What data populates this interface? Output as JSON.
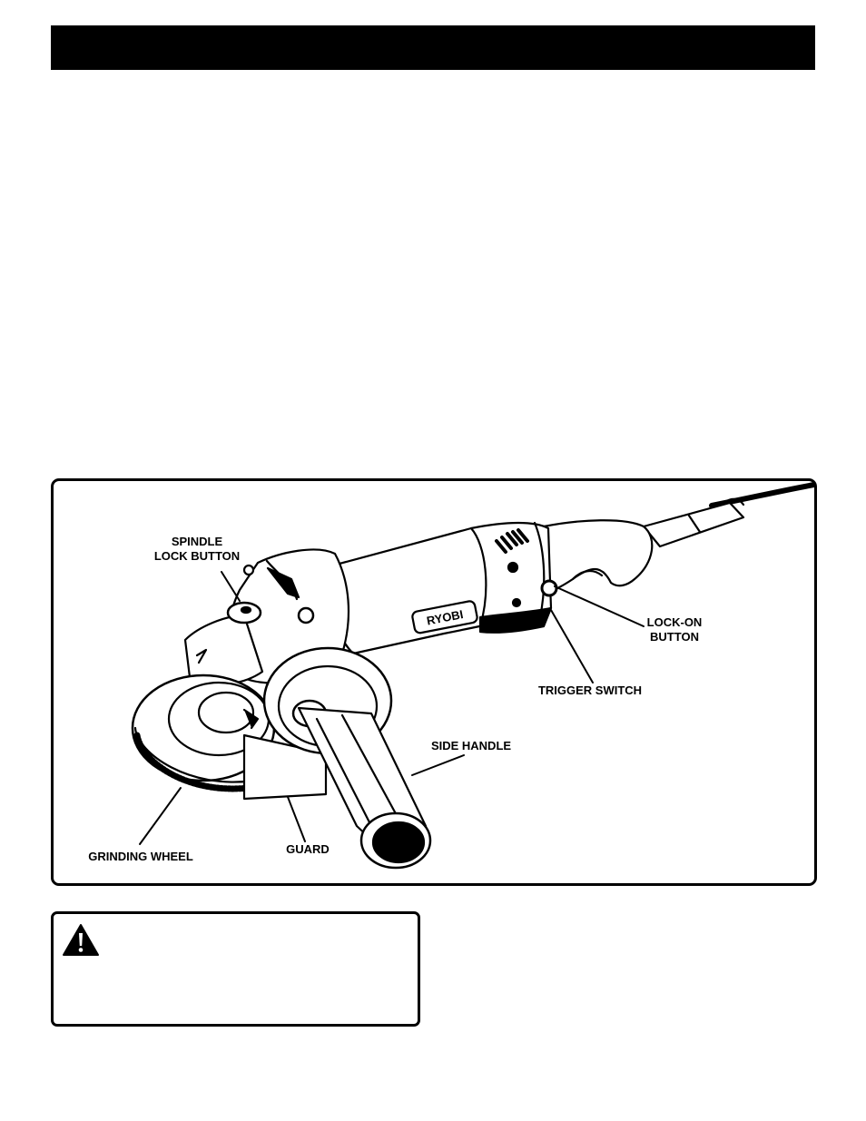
{
  "figure": {
    "product_logo": "RYOBI",
    "callouts": {
      "spindle_lock_button": [
        "SPINDLE",
        "LOCK BUTTON"
      ],
      "lock_on_button": [
        "LOCK-ON",
        "BUTTON"
      ],
      "trigger_switch": "TRIGGER SWITCH",
      "side_handle": "SIDE HANDLE",
      "grinding_wheel": "GRINDING WHEEL",
      "guard": "GUARD"
    }
  },
  "warning": {
    "icon": "warning-triangle-icon"
  },
  "colors": {
    "ink": "#000000",
    "paper": "#ffffff"
  }
}
